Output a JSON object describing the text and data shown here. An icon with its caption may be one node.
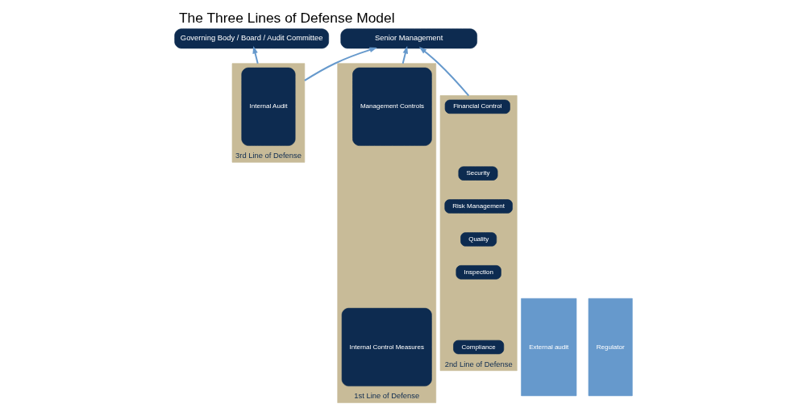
{
  "diagram": {
    "title": "The Three Lines of Defense Model",
    "nodes": [
      {
        "text": [
          "Governing Body / Board / Audit Committee"
        ]
      },
      {
        "text": [
          "Senior Management"
        ]
      },
      {
        "text": [
          "1st Line of Defense"
        ]
      },
      {
        "text": [
          "Management Controls"
        ],
        "in": 2
      },
      {
        "text": [
          "Internal Control Measures"
        ],
        "in": 2
      },
      {
        "text": [
          "2nd Line of Defense"
        ]
      },
      {
        "text": [
          "Financial Control"
        ],
        "in": 5
      },
      {
        "text": [
          "Security"
        ],
        "in": 5
      },
      {
        "text": [
          "Risk Management"
        ],
        "in": 5
      },
      {
        "text": [
          "Quality"
        ],
        "in": 5
      },
      {
        "text": [
          "Inspection"
        ],
        "in": 5
      },
      {
        "text": [
          "Compliance"
        ],
        "in": 5
      },
      {
        "text": [
          "3rd Line of Defense"
        ]
      },
      {
        "text": [
          "Internal Audit"
        ],
        "in": 12
      },
      {
        "text": [
          "External audit"
        ]
      },
      {
        "text": [
          "Regulator"
        ]
      }
    ],
    "edges": [
      {
        "from": 2,
        "to": 1,
        "arrow": "to"
      },
      {
        "from": 5,
        "to": 1,
        "arrow": "to"
      },
      {
        "from": 12,
        "to": 1,
        "arrow": "to"
      },
      {
        "from": 12,
        "to": 0,
        "arrow": "to"
      }
    ]
  }
}
